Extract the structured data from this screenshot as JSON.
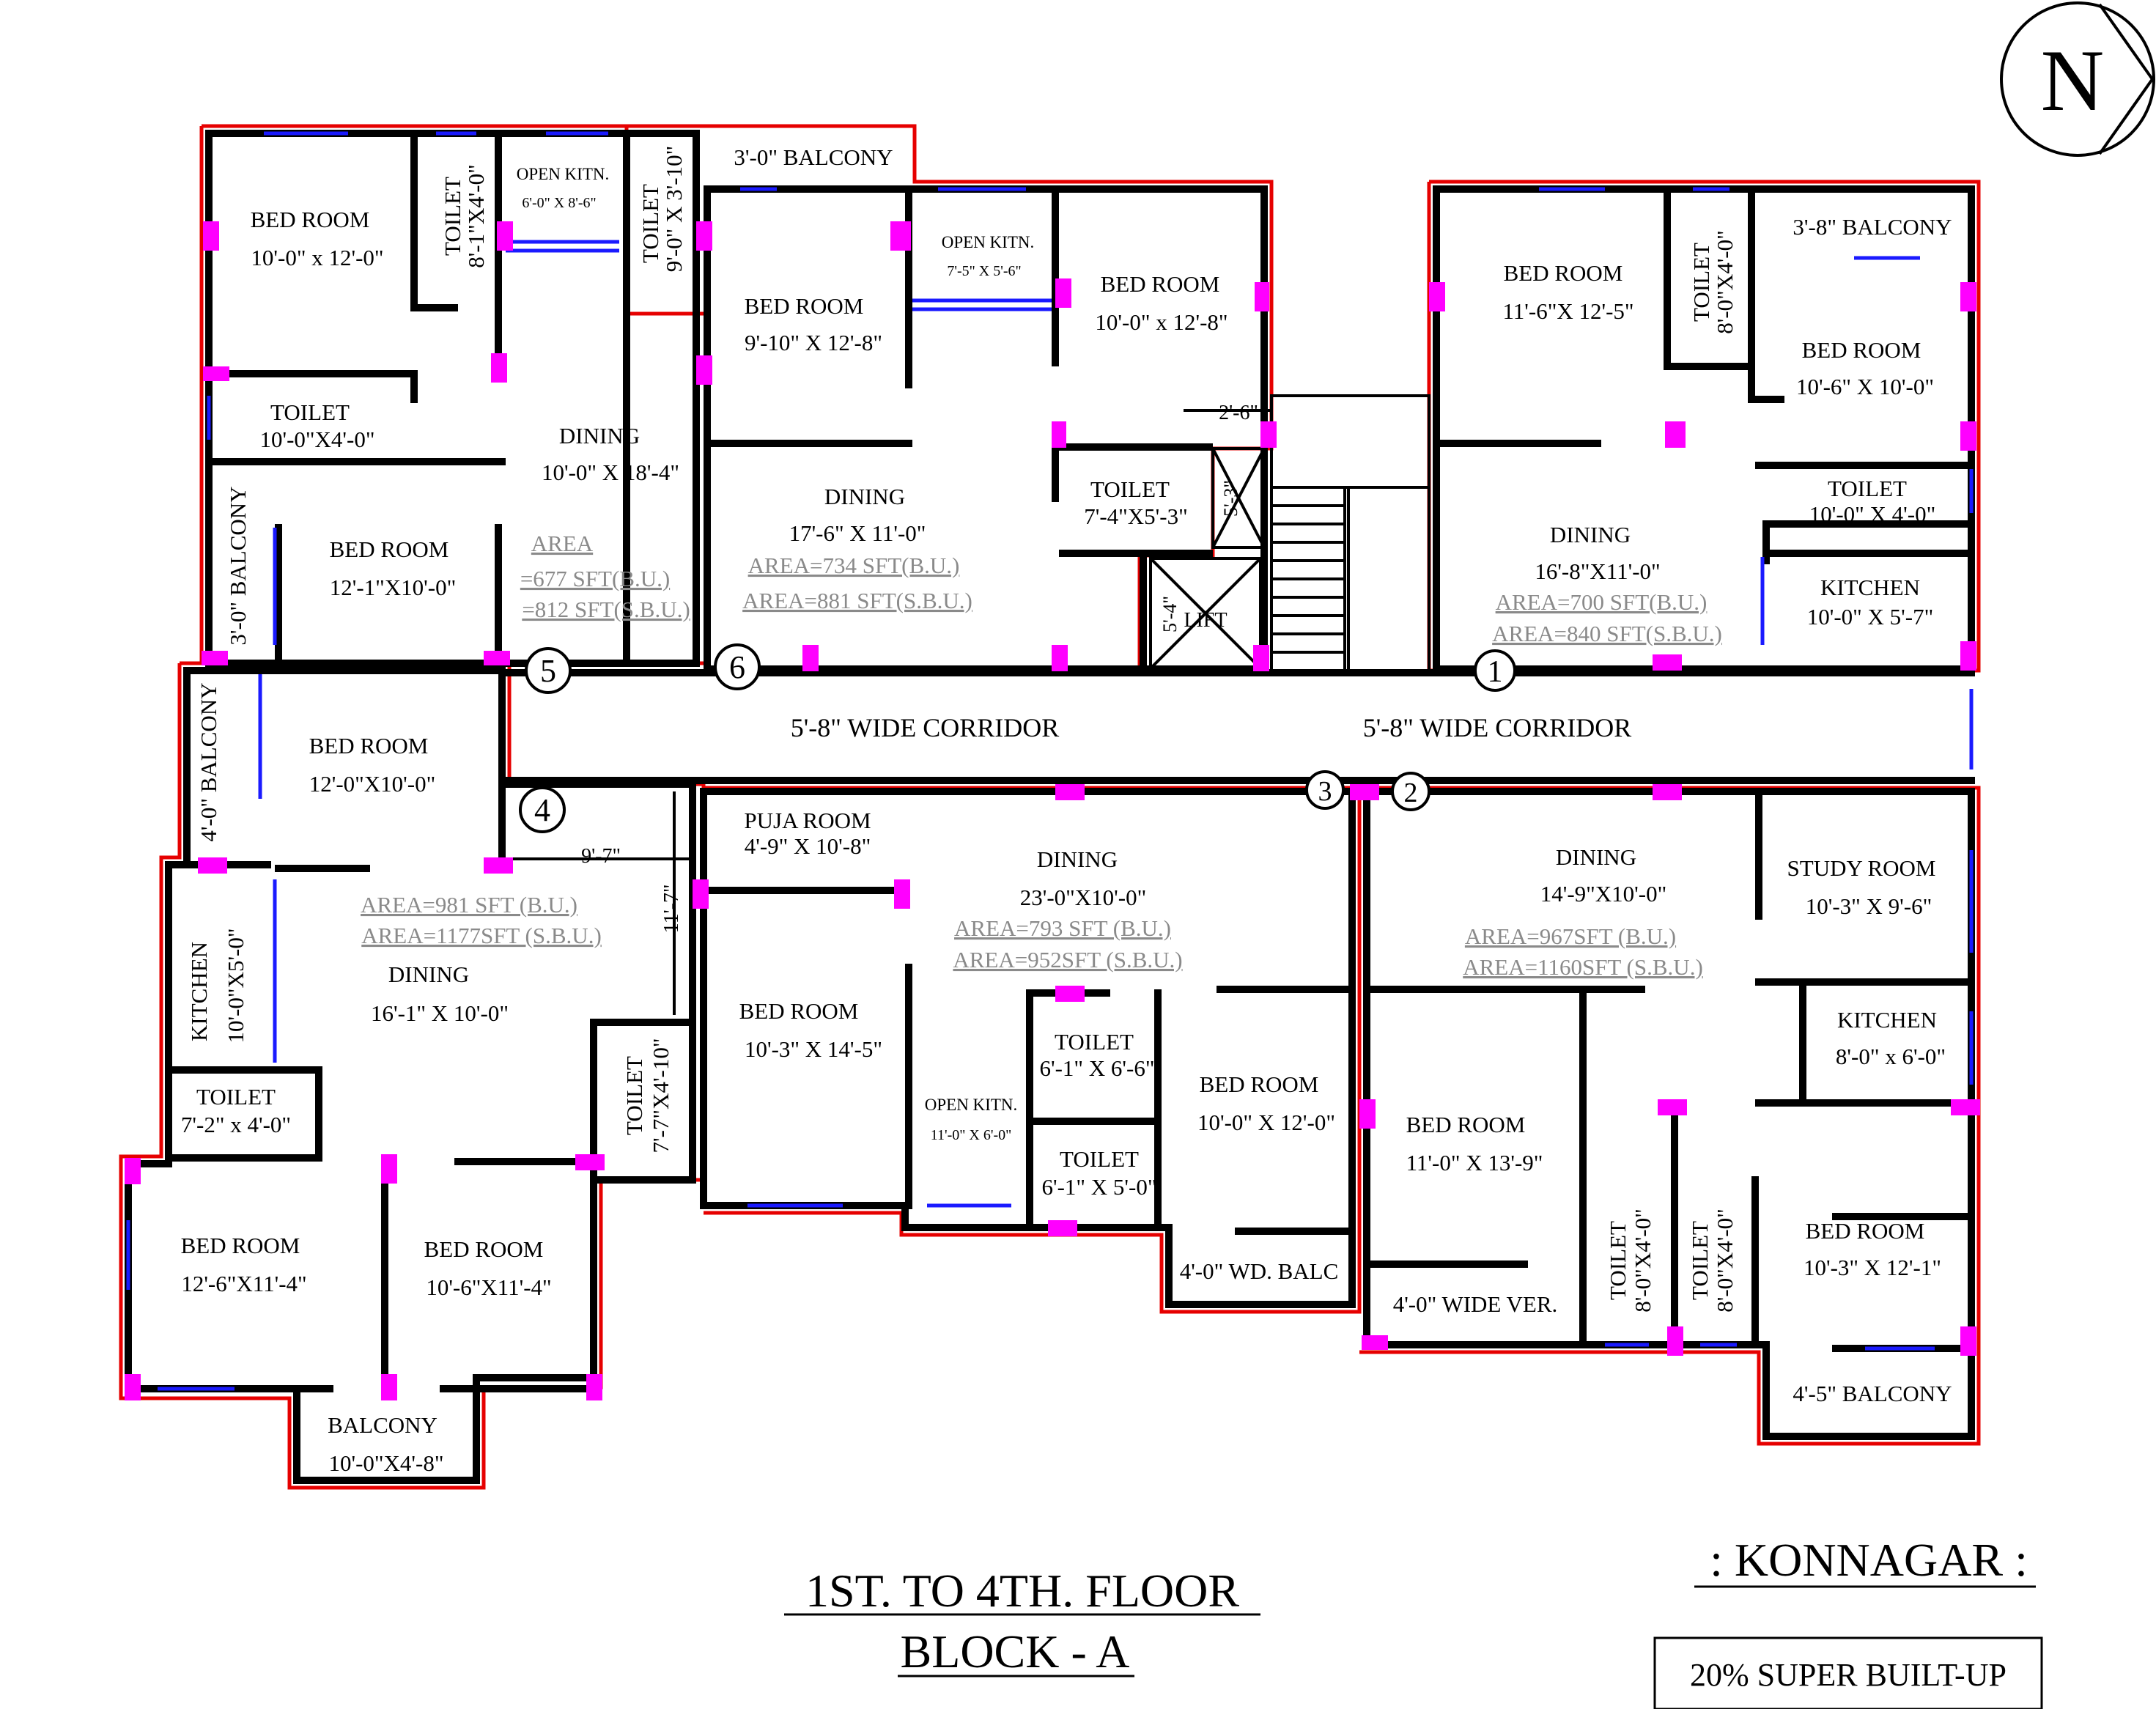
{
  "compass": "N",
  "title_line1": "1ST. TO 4TH. FLOOR",
  "title_line2": "BLOCK - A",
  "location": ": KONNAGAR :",
  "note": "20% SUPER BUILT-UP",
  "corridor_left": "5'-8\" WIDE CORRIDOR",
  "corridor_right": "5'-8\" WIDE CORRIDOR",
  "unit_numbers": [
    "5",
    "6",
    "1",
    "4",
    "3",
    "2"
  ],
  "lift": "LIFT",
  "flat5": {
    "bed1": "BED ROOM",
    "bed1_dim": "10'-0\" x 12'-0\"",
    "toilet1": "TOILET",
    "toilet1_dim": "8'-1\"X4'-0\"",
    "kitchen": "OPEN KITN.",
    "kitchen_dim": "6'-0\" X 8'-6\"",
    "toilet2": "TOILET",
    "toilet2_dim": "10'-0\"X4'-0\"",
    "dining": "DINING",
    "dining_dim": "10'-0\" X 18'-4\"",
    "balcony": "3'-0\" BALCONY",
    "bed2": "BED ROOM",
    "bed2_dim": "12'-1\"X10'-0\"",
    "area_head": "AREA",
    "area_bu": "=677 SFT(B.U.)",
    "area_sbu": "=812 SFT(S.B.U.)"
  },
  "flat6": {
    "toilet": "TOILET",
    "toilet_dim": "9'-0\" X 3'-10\"",
    "balcony": "3'-0\" BALCONY",
    "bed1": "BED ROOM",
    "bed1_dim": "9'-10\" X 12'-8\"",
    "kitchen": "OPEN KITN.",
    "kitchen_dim": "7'-5\" X 5'-6\"",
    "bed2": "BED ROOM",
    "bed2_dim": "10'-0\" x 12'-8\"",
    "dim_note": "2'-6\"",
    "dining": "DINING",
    "dining_dim": "17'-6\" X 11'-0\"",
    "toilet2": "TOILET",
    "toilet2_dim": "7'-4\"X5'-3\"",
    "shaft1": "5'-3\"",
    "shaft2": "5'-4\"",
    "area_bu": "AREA=734 SFT(B.U.)",
    "area_sbu": "AREA=881 SFT(S.B.U.)"
  },
  "flat1": {
    "bed1": "BED ROOM",
    "bed1_dim": "11'-6\"X 12'-5\"",
    "toilet": "TOILET",
    "toilet_dim": "8'-0\"X4'-0\"",
    "balcony": "3'-8\" BALCONY",
    "bed2": "BED ROOM",
    "bed2_dim": "10'-6\" X 10'-0\"",
    "toilet2": "TOILET",
    "toilet2_dim": "10'-0\" X 4'-0\"",
    "dining": "DINING",
    "dining_dim": "16'-8\"X11'-0\"",
    "kitchen": "KITCHEN",
    "kitchen_dim": "10'-0\" X 5'-7\"",
    "area_bu": "AREA=700 SFT(B.U.)",
    "area_sbu": "AREA=840 SFT(S.B.U.)"
  },
  "flat4": {
    "balcony": "4'-0\" BALCONY",
    "bed1": "BED ROOM",
    "bed1_dim": "12'-0\"X10'-0\"",
    "dim_h": "9'-7\"",
    "dim_v": "11'-7\"",
    "area_bu": "AREA=981 SFT (B.U.)",
    "area_sbu": "AREA=1177SFT (S.B.U.)",
    "kitchen": "KITCHEN",
    "kitchen_dim": "10'-0\"X5'-0\"",
    "dining": "DINING",
    "dining_dim": "16'-1\" X 10'-0\"",
    "toilet1": "TOILET",
    "toilet1_dim": "7'-2\" x 4'-0\"",
    "toilet2": "TOILET",
    "toilet2_dim": "7'-7\"X4'-10\"",
    "bed2": "BED ROOM",
    "bed2_dim": "12'-6\"X11'-4\"",
    "bed3": "BED ROOM",
    "bed3_dim": "10'-6\"X11'-4\"",
    "balcony2": "BALCONY",
    "balcony2_dim": "10'-0\"X4'-8\""
  },
  "flat3": {
    "puja": "PUJA ROOM",
    "puja_dim": "4'-9\" X 10'-8\"",
    "dining": "DINING",
    "dining_dim": "23'-0\"X10'-0\"",
    "area_bu": "AREA=793 SFT (B.U.)",
    "area_sbu": "AREA=952SFT (S.B.U.)",
    "bed1": "BED ROOM",
    "bed1_dim": "10'-3\" X 14'-5\"",
    "toilet1": "TOILET",
    "toilet1_dim": "6'-1\" X 6'-6\"",
    "bed2": "BED ROOM",
    "bed2_dim": "10'-0\" X 12'-0\"",
    "kitchen": "OPEN KITN.",
    "kitchen_dim": "11'-0\" X 6'-0\"",
    "toilet2": "TOILET",
    "toilet2_dim": "6'-1\" X 5'-0\"",
    "balcony": "4'-0\" WD. BALC"
  },
  "flat2": {
    "dining": "DINING",
    "dining_dim": "14'-9\"X10'-0\"",
    "study": "STUDY  ROOM",
    "study_dim": "10'-3\" X 9'-6\"",
    "area_bu": "AREA=967SFT (B.U.)",
    "area_sbu": "AREA=1160SFT (S.B.U.)",
    "kitchen": "KITCHEN",
    "kitchen_dim": "8'-0\" x 6'-0\"",
    "bed1": "BED ROOM",
    "bed1_dim": "11'-0\" X 13'-9\"",
    "toilet1": "TOILET",
    "toilet1_dim": "8'-0\"X4'-0\"",
    "toilet2": "TOILET",
    "toilet2_dim": "8'-0\"X4'-0\"",
    "bed2": "BED ROOM",
    "bed2_dim": "10'-3\" X 12'-1\"",
    "verandah": "4'-0\" WIDE VER.",
    "balcony": "4'-5\" BALCONY"
  }
}
